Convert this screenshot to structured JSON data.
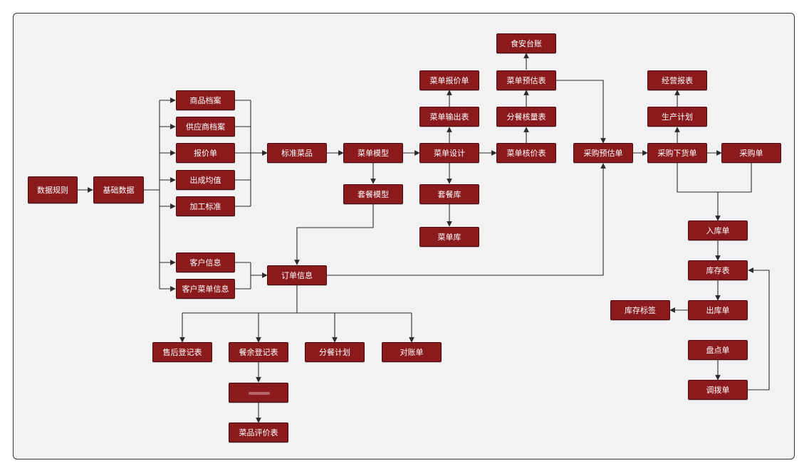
{
  "nodes": {
    "shuju_guize": "数据规则",
    "jichu_shuju": "基础数据",
    "shangpin_dangan": "商品档案",
    "gongyingshang_dangan": "供应商档案",
    "baojiadan": "报价单",
    "chucheng_junzhi": "出成均值",
    "jiagong_biaozhun": "加工标准",
    "kehu_xinxi": "客户信息",
    "kehu_caidan_xinxi": "客户菜单信息",
    "biaozhun_caipin": "标准菜品",
    "caidan_moxing": "菜单模型",
    "taocan_moxing": "套餐模型",
    "caidan_sheji": "菜单设计",
    "caidan_baojiadan": "菜单报价单",
    "caidan_shuchubiao": "菜单输出表",
    "taocanku": "套餐库",
    "caidanku": "菜单库",
    "shian_taizhang": "食安台账",
    "caidan_yugubiao": "菜单预估表",
    "fencan_heliangbiao": "分餐核量表",
    "caidan_hejiabiao": "菜单核价表",
    "caigou_yugudan": "采购预估单",
    "jingying_baobiao": "经营报表",
    "shengchan_jihua": "生产计划",
    "caigou_xiahuodan": "采购下货单",
    "caigoudan": "采购单",
    "rukudan": "入库单",
    "kucunbiao": "库存表",
    "chukudan": "出库单",
    "kucun_biaoqian": "库存标签",
    "pandiandan": "盘点单",
    "diaobodan": "调拨单",
    "dingdan_xinxi": "订单信息",
    "shouhou_dengjibiao": "售后登记表",
    "canyu_dengjibiao": "餐余登记表",
    "fencan_jihua": "分餐计划",
    "duizhangdan": "对账单",
    "blurred_node": "",
    "caipin_pingjiabiao": "菜品评价表"
  },
  "colors": {
    "node_fill": "#8b1a1d",
    "node_text": "#ffffff",
    "canvas": "#f2f2f2",
    "connector": "#2b2b2b"
  }
}
